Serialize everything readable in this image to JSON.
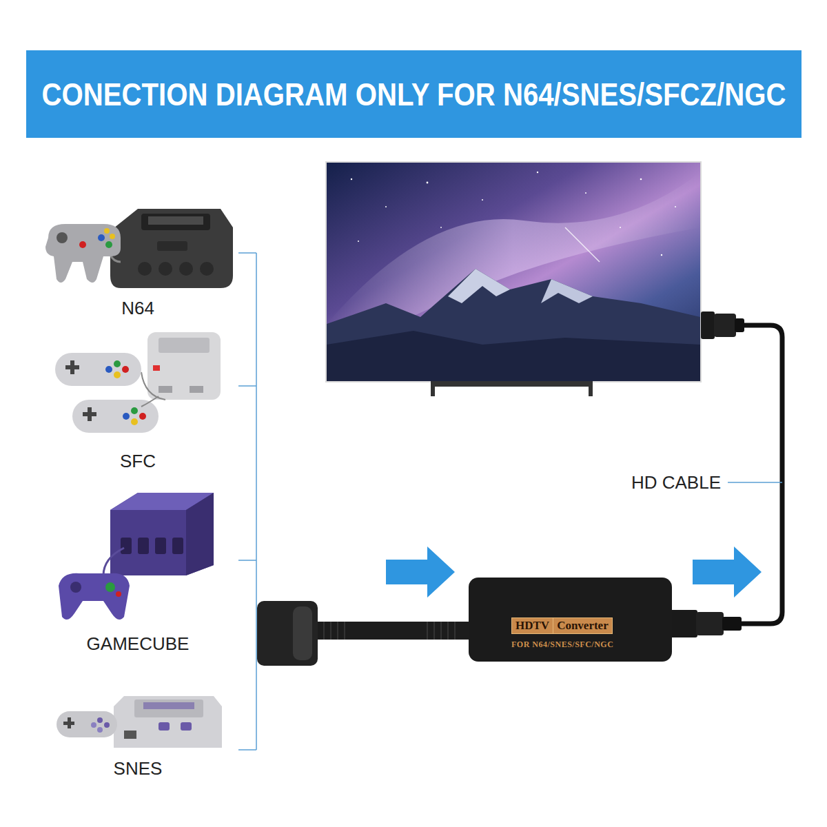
{
  "diagram": {
    "title": "CONECTION DIAGRAM ONLY FOR N64/SNES/SFCZ/NGC",
    "nodes": [
      {
        "text": [
          "FOR N64/SNES/SFC/NGC"
        ]
      },
      {
        "text": [
          "HDTV"
        ],
        "in": 0
      },
      {
        "text": [
          "Converter"
        ],
        "in": 0
      }
    ],
    "labels": [
      "N64",
      "SFC",
      "GAMECUBE",
      "SNES",
      "HD CABLE"
    ]
  }
}
